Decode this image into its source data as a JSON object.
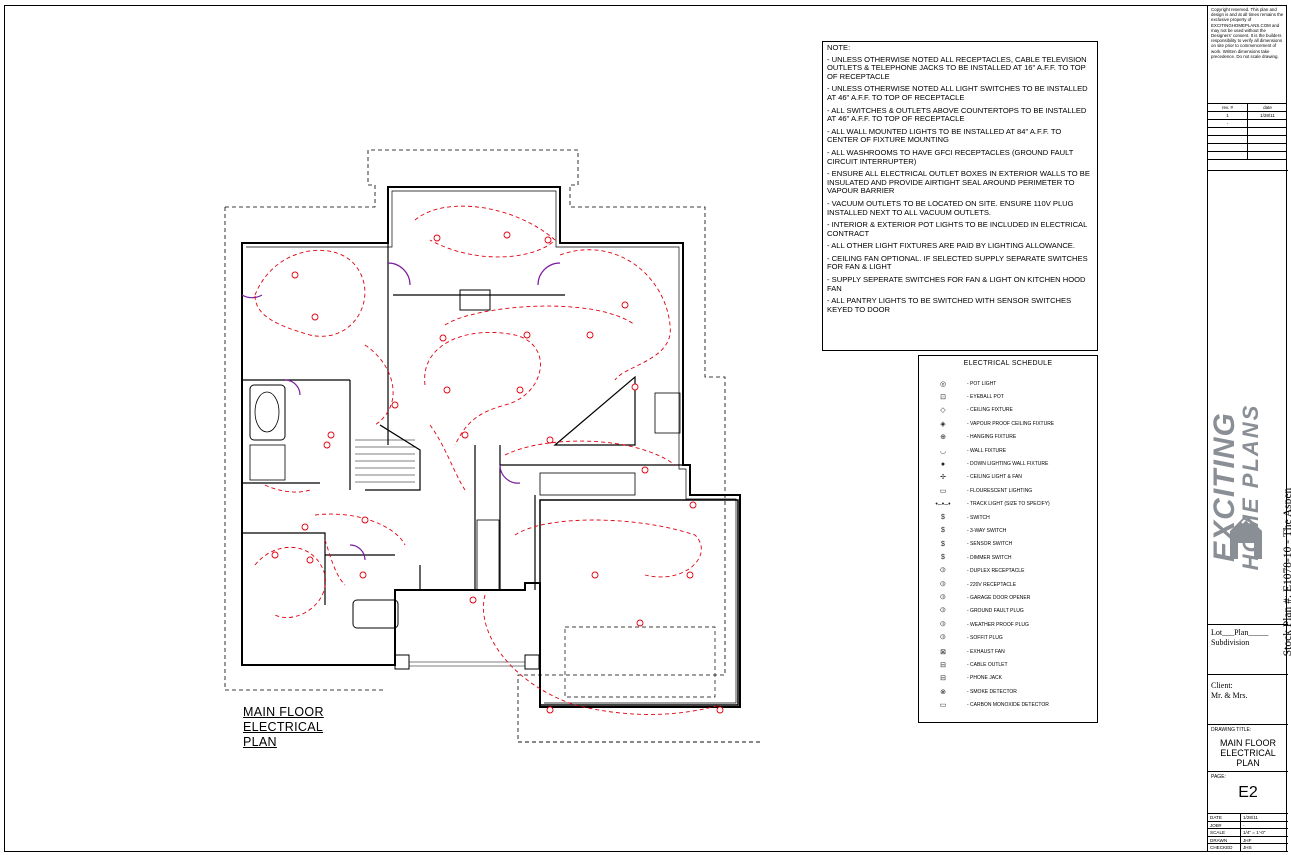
{
  "plan": {
    "title_lines": [
      "MAIN FLOOR",
      "ELECTRICAL",
      "PLAN"
    ]
  },
  "notes": {
    "heading": "NOTE:",
    "items": [
      "- UNLESS OTHERWISE NOTED ALL RECEPTACLES, CABLE TELEVISION OUTLETS & TELEPHONE JACKS TO BE INSTALLED AT 16\" A.F.F. TO TOP OF RECEPTACLE",
      "- UNLESS OTHERWISE NOTED ALL LIGHT SWITCHES TO BE INSTALLED AT 46\" A.F.F. TO TOP OF RECEPTACLE",
      "- ALL SWITCHES & OUTLETS ABOVE COUNTERTOPS TO BE INSTALLED AT 46\" A.F.F. TO TOP OF RECEPTACLE",
      "- ALL WALL MOUNTED LIGHTS TO BE INSTALLED AT 84\" A.F.F. TO CENTER OF FIXTURE MOUNTING",
      "- ALL WASHROOMS TO HAVE GFCI RECEPTACLES (GROUND FAULT CIRCUIT INTERRUPTER)",
      "- ENSURE ALL ELECTRICAL OUTLET BOXES IN EXTERIOR WALLS TO BE INSULATED AND PROVIDE AIRTIGHT SEAL AROUND PERIMETER TO VAPOUR BARRIER",
      "- VACUUM OUTLETS TO BE LOCATED ON SITE. ENSURE 110V PLUG INSTALLED NEXT TO ALL VACUUM OUTLETS.",
      "- INTERIOR & EXTERIOR POT LIGHTS TO BE INCLUDED IN ELECTRICAL CONTRACT",
      "- ALL OTHER LIGHT FIXTURES ARE PAID BY LIGHTING ALLOWANCE.",
      "- CEILING FAN OPTIONAL. IF SELECTED SUPPLY SEPARATE SWITCHES FOR FAN & LIGHT",
      "- SUPPLY SEPERATE SWITCHES FOR FAN & LIGHT ON KITCHEN HOOD FAN",
      "- ALL PANTRY LIGHTS TO BE SWITCHED WITH SENSOR SWITCHES KEYED TO DOOR"
    ]
  },
  "schedule": {
    "title": "ELECTRICAL SCHEDULE",
    "rows": [
      {
        "symbol": "◎",
        "label": "- POT LIGHT"
      },
      {
        "symbol": "⊡",
        "label": "- EYEBALL POT"
      },
      {
        "symbol": "◇",
        "label": "- CEILING FIXTURE"
      },
      {
        "symbol": "◈",
        "label": "- VAPOUR PROOF CEILING FIXTURE"
      },
      {
        "symbol": "⊕",
        "label": "- HANGING FIXTURE"
      },
      {
        "symbol": "◡",
        "label": "- WALL FIXTURE"
      },
      {
        "symbol": "●",
        "label": "- DOWN LIGHTING WALL FIXTURE"
      },
      {
        "symbol": "✢",
        "label": "- CEILING LIGHT & FAN"
      },
      {
        "symbol": "▭",
        "label": "- FLOURESCENT LIGHTING"
      },
      {
        "symbol": "•‒•‒•",
        "label": "- TRACK LIGHT (SIZE TO SPECIFY)"
      },
      {
        "symbol": "$",
        "label": "- SWITCH"
      },
      {
        "symbol": "$",
        "label": "- 3-WAY SWITCH"
      },
      {
        "symbol": "$",
        "label": "- SENSOR SWITCH"
      },
      {
        "symbol": "$",
        "label": "- DIMMER SWITCH"
      },
      {
        "symbol": "⦶",
        "label": "- DUPLEX RECEPTACLE"
      },
      {
        "symbol": "⦶",
        "label": "- 220V RECEPTACLE"
      },
      {
        "symbol": "⦶",
        "label": "- GARAGE DOOR OPENER"
      },
      {
        "symbol": "⦶",
        "label": "- GROUND FAULT PLUG"
      },
      {
        "symbol": "⦶",
        "label": "- WEATHER PROOF PLUG"
      },
      {
        "symbol": "⦶",
        "label": "- SOFFIT PLUG"
      },
      {
        "symbol": "⊠",
        "label": "- EXHAUST FAN"
      },
      {
        "symbol": "⊟",
        "label": "- CABLE OUTLET"
      },
      {
        "symbol": "⊟",
        "label": "- PHONE JACK"
      },
      {
        "symbol": "⊗",
        "label": "- SMOKE DETECTOR"
      },
      {
        "symbol": "▭",
        "label": "- CARBON MONOXIDE DETECTOR"
      }
    ]
  },
  "title_block": {
    "copyright": "Copyright reserved. This plan and design is and at all times remains the exclusive property of EXCITINGHOMEPLANS.COM and may not be used without the Designers' consent. It is the builders responsibility to verify all dimensions on site prior to commencement of work. Written dimensions take precedence. Do not scale drawing.",
    "rev_header": [
      "rev. #",
      "date"
    ],
    "rev_rows": [
      [
        "1",
        "1/28/11"
      ],
      [
        "-",
        ""
      ],
      [
        "",
        ""
      ],
      [
        "",
        ""
      ],
      [
        "",
        ""
      ],
      [
        "",
        ""
      ]
    ],
    "brand_line1": "EXCITING",
    "brand_line2": "HOME PLANS",
    "stock_plan": "Stock Plan #: E1078-10 - The Aspen",
    "lot_line": "Lot___Plan_____",
    "subdivision": "Subdivision",
    "client_label": "Client:",
    "client_name": "Mr. & Mrs.",
    "drawing_title_label": "DRAWING TITLE:",
    "drawing_title_lines": [
      "MAIN FLOOR",
      "ELECTRICAL",
      "PLAN"
    ],
    "page_label": "PAGE:",
    "page_value": "E2",
    "meta": [
      {
        "k": "DATE",
        "v": "1/28/11"
      },
      {
        "k": "JOB#",
        "v": "-"
      },
      {
        "k": "SCALE",
        "v": "1/4\" = 1'-0\""
      },
      {
        "k": "DRAWN",
        "v": "JHF"
      },
      {
        "k": "CHECKED",
        "v": "JHS"
      }
    ]
  },
  "colors": {
    "line": "#000000",
    "wiring": "#e0000f",
    "door_arc": "#7a1fa0",
    "brand": "#8a8f96"
  }
}
